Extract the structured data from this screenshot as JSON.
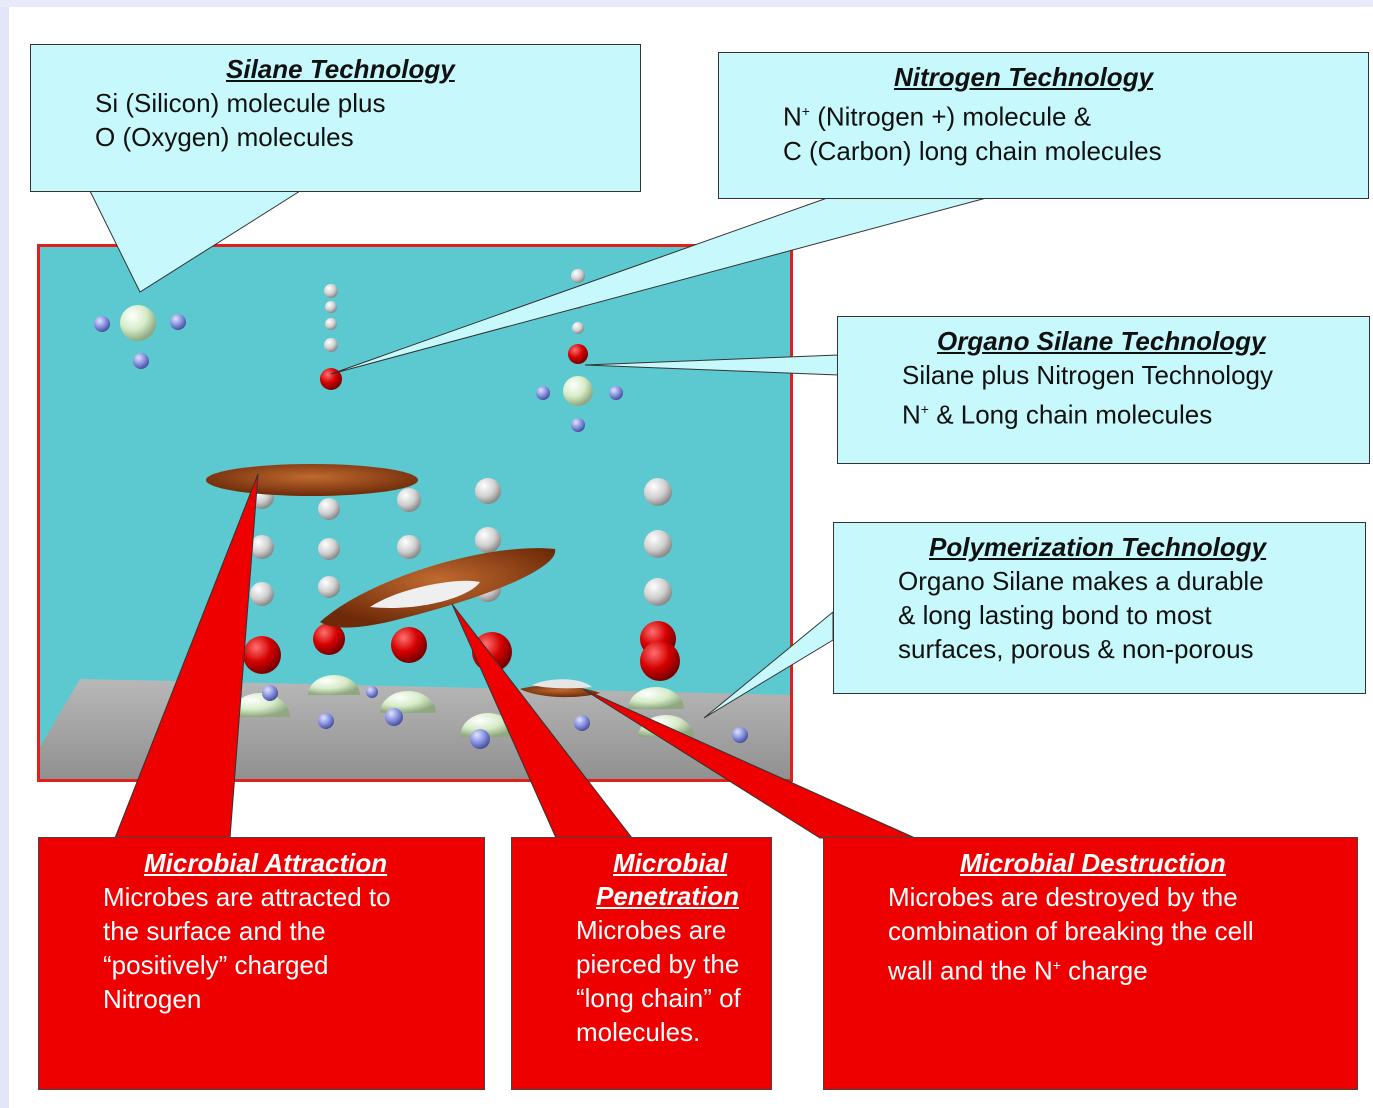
{
  "silane": {
    "title": "Silane Technology",
    "line1": "Si (Silicon) molecule plus",
    "line2": "O (Oxygen) molecules"
  },
  "nitrogen": {
    "title": "Nitrogen Technology",
    "line1_pre": "N",
    "line1_sup": "+",
    "line1_post": " (Nitrogen +) molecule &",
    "line2": "C (Carbon) long chain molecules"
  },
  "organo": {
    "title": "Organo Silane Technology",
    "line1": "Silane plus Nitrogen Technology",
    "line2_pre": "N",
    "line2_sup": "+",
    "line2_post": "  & Long chain molecules"
  },
  "polymer": {
    "title": "Polymerization Technology",
    "line1": "Organo Silane makes a durable",
    "line2": "& long lasting bond to most",
    "line3": "surfaces, porous & non-porous"
  },
  "attraction": {
    "title": "Microbial Attraction",
    "line1": "Microbes are attracted to",
    "line2": "the surface and the",
    "line3": "“positively” charged",
    "line4": "Nitrogen"
  },
  "penetration": {
    "title1": "Microbial",
    "title2": "Penetration",
    "line1": "Microbes are",
    "line2": "pierced by the",
    "line3": "“long chain” of",
    "line4": "molecules."
  },
  "destruction": {
    "title": "Microbial Destruction",
    "line1": "Microbes are destroyed by the",
    "line2": "combination of breaking the cell",
    "line3_pre": "wall and the N",
    "line3_sup": "+",
    "line3_post": "  charge"
  },
  "colors": {
    "callout_blue": "#c7f8fb",
    "callout_red": "#ee0000",
    "scene_bg": "#5cc9d0",
    "scene_border": "#e0201a"
  }
}
